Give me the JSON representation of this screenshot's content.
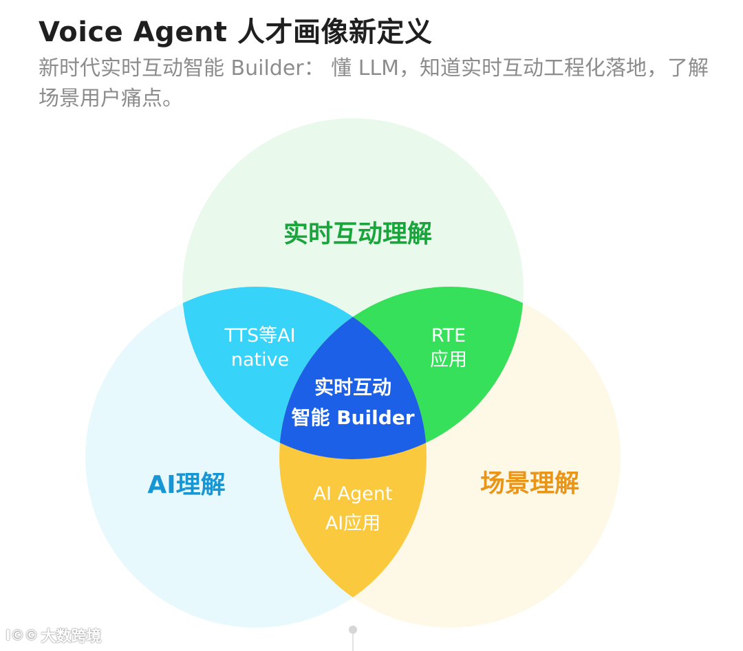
{
  "title": "Voice Agent 人才画像新定义",
  "subtitle": "新时代实时互动智能 Builder： 懂 LLM，知道实时互动工程化落地，了解场景用户痛点。",
  "diagram": {
    "circles": [
      {
        "label": "实时互动理解",
        "color": "#e9f9ec",
        "label_color": "#1aa53c"
      },
      {
        "label": "AI理解",
        "color": "#e8f9fd",
        "label_color": "#1796d3"
      },
      {
        "label": "场景理解",
        "color": "#fef8e7",
        "label_color": "#e8951a"
      }
    ],
    "overlaps": {
      "rt_ai": {
        "line1": "TTS等AI",
        "line2": "native",
        "color": "#38d3f8"
      },
      "rt_scene": {
        "line1": "RTE",
        "line2": "应用",
        "color": "#37e05a"
      },
      "ai_scene": {
        "line1": "AI Agent",
        "line2": "AI应用",
        "color": "#fbc93d"
      },
      "center": {
        "line1": "实时互动",
        "line2": "智能 Builder",
        "color": "#1d60e8"
      }
    }
  },
  "watermark": {
    "logo": "I©©",
    "text": "大数跨境"
  }
}
